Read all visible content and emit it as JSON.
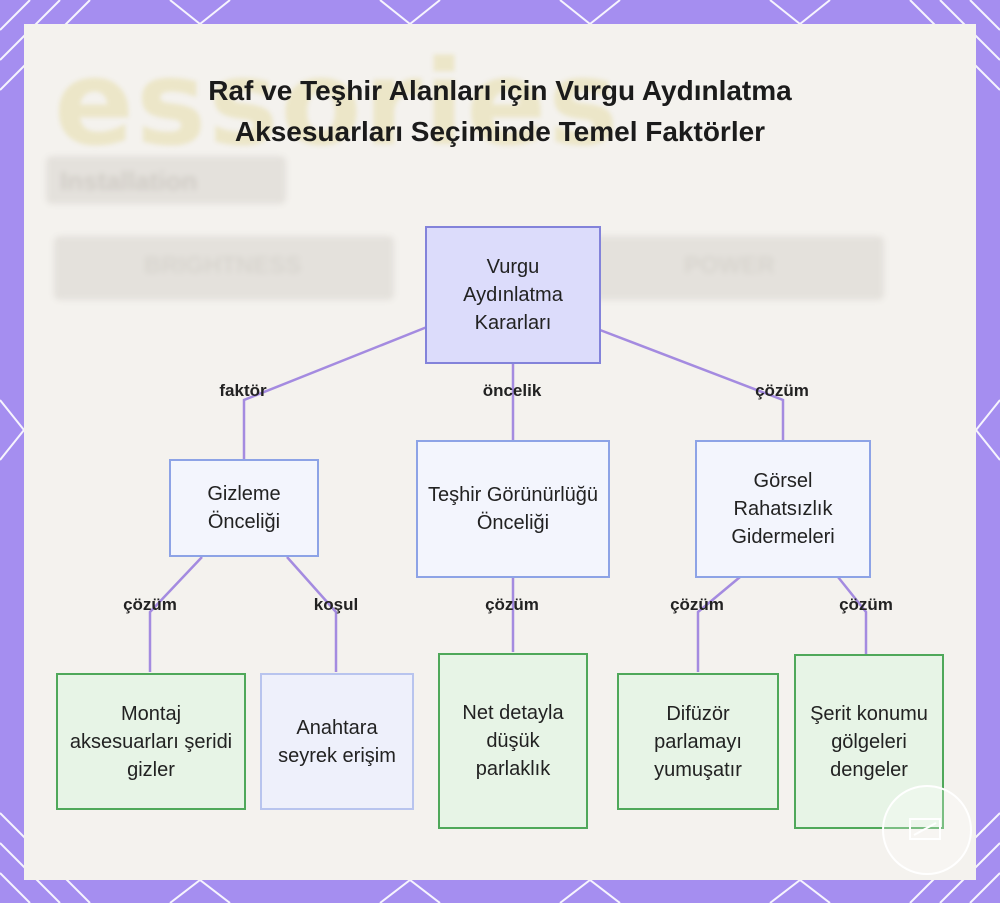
{
  "title": "Raf ve Teşhir Alanları için Vurgu Aydınlatma Aksesuarları Seçiminde Temel Faktörler",
  "background": {
    "word": "essories",
    "chips": [
      "Installation",
      "BRIGHTNESS",
      "POWER"
    ]
  },
  "nodes": {
    "root": "Vurgu Aydınlatma Kararları",
    "gizleme": "Gizleme Önceliği",
    "teshir": "Teşhir Görünürlüğü Önceliği",
    "gorsel": "Görsel Rahatsızlık Gidermeleri",
    "montaj": "Montaj aksesuarları şeridi gizler",
    "anahtara": "Anahtara seyrek erişim",
    "net": "Net detayla düşük parlaklık",
    "difuzor": "Difüzör parlamayı yumuşatır",
    "serit": "Şerit konumu gölgeleri dengeler"
  },
  "edge_labels": {
    "root_gizleme": "faktör",
    "root_teshir": "öncelik",
    "root_gorsel": "çözüm",
    "gizleme_montaj": "çözüm",
    "gizleme_anahtara": "koşul",
    "teshir_net": "çözüm",
    "gorsel_difuzor": "çözüm",
    "gorsel_serit": "çözüm"
  },
  "colors": {
    "frame": "#a58ef0",
    "edge": "#a48be0",
    "root_fill": "#dcdcfb",
    "mid_fill": "#f3f5fd",
    "leaf_fill": "#e7f4e6",
    "leaf_border": "#4fa85a"
  },
  "icons": {
    "watermark": "circle-watermark-icon"
  }
}
